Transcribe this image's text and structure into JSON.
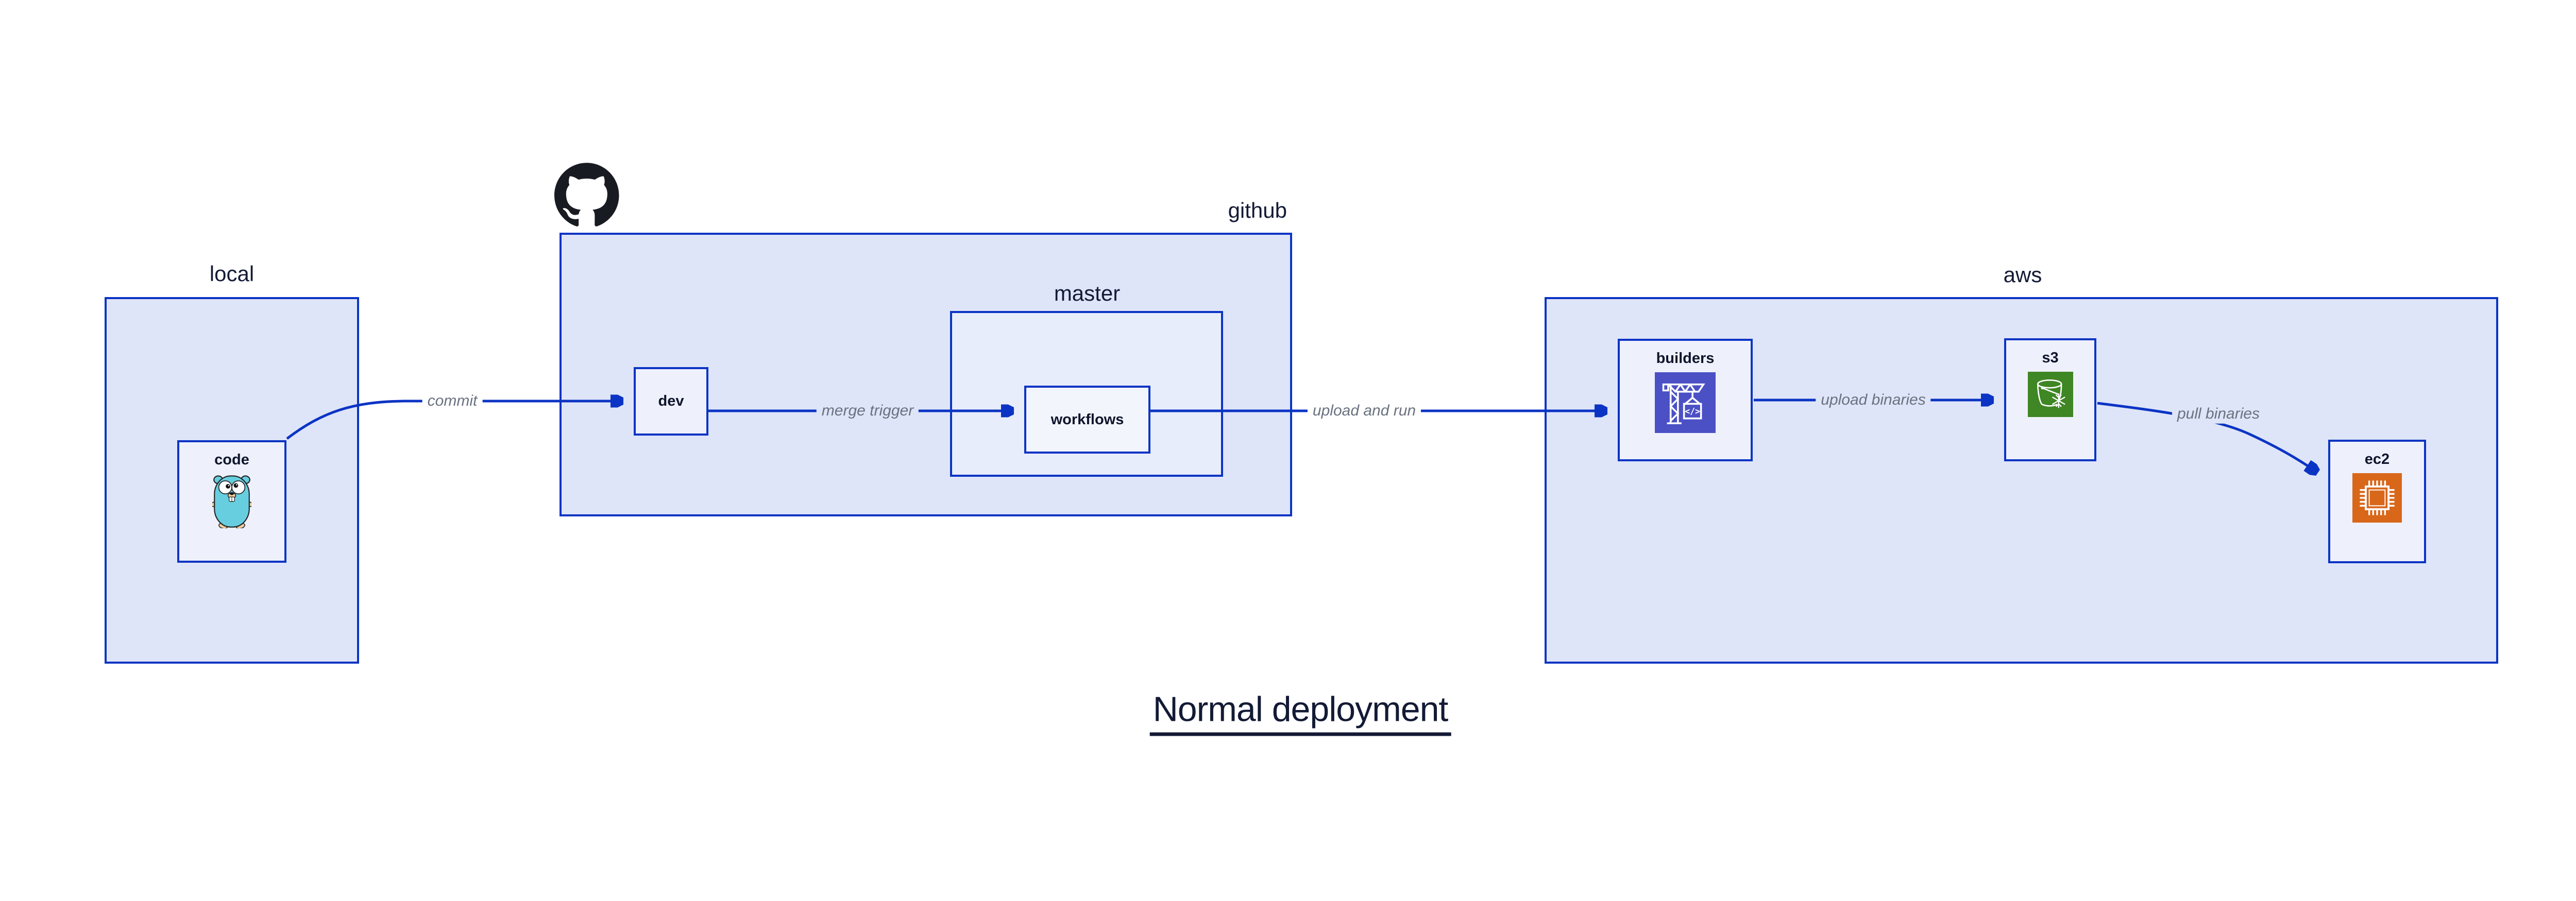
{
  "title": {
    "text": "Normal deployment"
  },
  "groups": {
    "local": {
      "label": "local"
    },
    "github": {
      "label": "github",
      "logo_icon": "github-octocat-icon"
    },
    "master": {
      "label": "master"
    },
    "aws": {
      "label": "aws"
    }
  },
  "nodes": {
    "code": {
      "label": "code",
      "icon": "go-gopher-icon"
    },
    "dev": {
      "label": "dev"
    },
    "workflows": {
      "label": "workflows"
    },
    "builders": {
      "label": "builders",
      "icon": "codebuild-crane-icon"
    },
    "s3": {
      "label": "s3",
      "icon": "s3-glacier-bucket-icon"
    },
    "ec2": {
      "label": "ec2",
      "icon": "ec2-chip-icon"
    }
  },
  "edges": {
    "commit": {
      "label": "commit",
      "from": "code",
      "to": "dev"
    },
    "merge_trigger": {
      "label": "merge trigger",
      "from": "dev",
      "to": "workflows"
    },
    "upload_and_run": {
      "label": "upload and run",
      "from": "workflows",
      "to": "builders"
    },
    "upload_binaries": {
      "label": "upload binaries",
      "from": "builders",
      "to": "s3"
    },
    "pull_binaries": {
      "label": "pull binaries",
      "from": "s3",
      "to": "ec2"
    }
  },
  "colors": {
    "stroke_blue": "#0b34c4",
    "group_fill": "#dee5f8",
    "master_fill": "#e8edfb",
    "node_fill": "#eef1fc",
    "text_dark": "#131a35",
    "edge_label_gray": "#6a7280",
    "codebuild_indigo": "#4b50c5",
    "s3_green": "#3f8624",
    "ec2_orange": "#d9671a",
    "gopher_teal": "#67cee0",
    "octocat_black": "#181b21",
    "canvas_bg": "#ffffff"
  }
}
